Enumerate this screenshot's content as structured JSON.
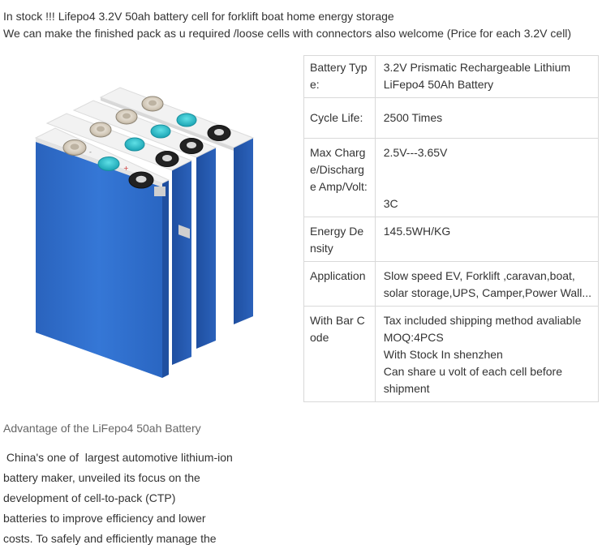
{
  "intro": {
    "line1": "In stock !!! Lifepo4 3.2V 50ah battery cell for forklift boat home energy storage",
    "line2": "We can make  the finished pack as u required /loose cells with connectors also welcome  (Price for each 3.2V cell)"
  },
  "image": {
    "icon": "battery-cells-image",
    "cell_color": "#2f6ec9",
    "terminal_positive_marker": "+",
    "terminal_negative_marker": "-"
  },
  "specs": [
    {
      "label": "Battery Type:",
      "value_lines": [
        "3.2V Prismatic Rechargeable Lithium",
        "LiFepo4 50Ah Battery"
      ]
    },
    {
      "label": "Cycle Life:",
      "value_lines": [
        "2500 Times"
      ]
    },
    {
      "label": "Max Charge/Discharge Amp/Volt:",
      "value_lines": [
        "2.5V---3.65V",
        "",
        "",
        "3C"
      ]
    },
    {
      "label": "Energy Density",
      "value_lines": [
        "145.5WH/KG"
      ]
    },
    {
      "label": "Application",
      "value_lines": [
        "Slow speed EV, Forklift ,caravan,boat,",
        "solar storage,UPS, Camper,Power Wall..."
      ]
    },
    {
      "label": "With Bar Code",
      "value_lines": [
        "Tax included shipping method avaliable",
        "MOQ:4PCS",
        "With Stock In shenzhen",
        "Can share u volt of each cell before",
        "shipment"
      ]
    }
  ],
  "advantage": {
    "heading": "Advantage of the LiFepo4 50ah Battery",
    "lines": [
      " China's one of  largest automotive lithium-ion",
      "battery maker, unveiled its focus on the",
      "development of cell-to-pack (CTP)",
      "batteries to improve efficiency and lower",
      "costs. To safely and efficiently manage the"
    ]
  }
}
